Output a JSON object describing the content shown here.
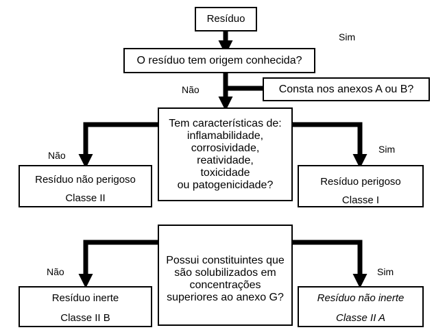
{
  "nodes": {
    "start": "Resíduo",
    "q_origin": "O resíduo tem origem conhecida?",
    "q_annex": "Consta nos anexos A ou B?",
    "q_characteristics": {
      "lines": [
        "Tem características de:",
        "inflamabilidade,",
        "corrosividade,",
        "reatividade,",
        "toxicidade",
        "ou patogenicidade?"
      ]
    },
    "non_hazardous": {
      "name": "Resíduo não perigoso",
      "class": "Classe II"
    },
    "hazardous": {
      "name": "Resíduo perigoso",
      "class": "Classe I"
    },
    "q_solubility": {
      "lines": [
        "Possui constituintes que",
        "são solubilizados em",
        "concentrações",
        "superiores ao anexo G?"
      ]
    },
    "inert": {
      "name": "Resíduo inerte",
      "class": "Classe II B"
    },
    "non_inert": {
      "name": "Resíduo não inerte",
      "class": "Classe II A"
    }
  },
  "labels": {
    "sim_top": "Sim",
    "nao_origin": "Não",
    "nao_left1": "Não",
    "sim_right1": "Sim",
    "nao_left2": "Não",
    "sim_right2": "Sim"
  }
}
